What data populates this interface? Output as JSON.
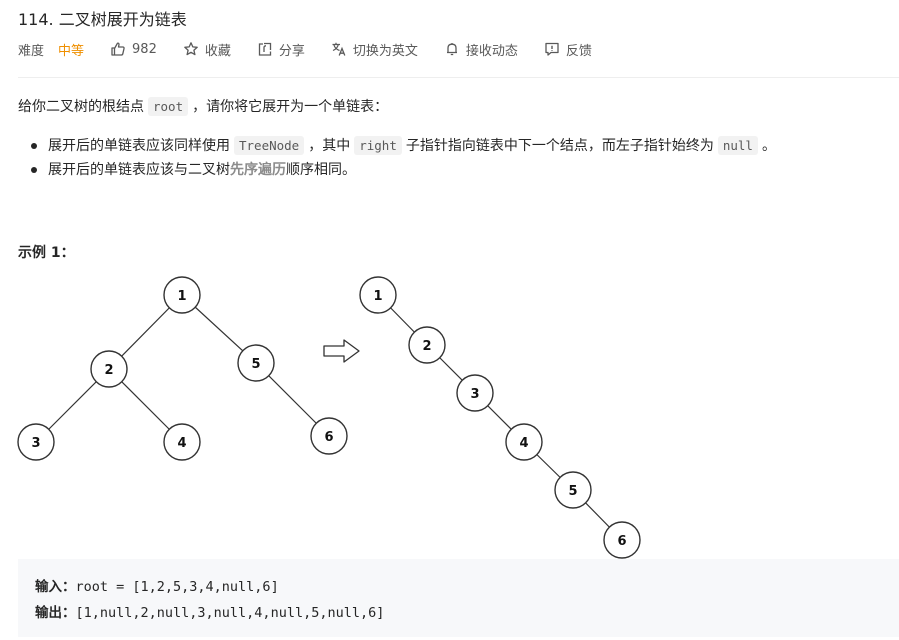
{
  "problem": {
    "title": "114. 二叉树展开为链表"
  },
  "meta": {
    "difficulty_label": "难度",
    "difficulty_value": "中等",
    "likes": "982",
    "favorite": "收藏",
    "share": "分享",
    "switch_lang": "切换为英文",
    "notify": "接收动态",
    "feedback": "反馈",
    "icons": [
      "thumbs-up-icon",
      "star-icon",
      "share-icon",
      "translate-icon",
      "bell-icon",
      "feedback-icon"
    ],
    "difficulty_color": "#ef8f00"
  },
  "description": {
    "p1_before": "给你二叉树的根结点",
    "p1_code": "root",
    "p1_after": "，请你将它展开为一个单链表：",
    "b1_a": "展开后的单链表应该同样使用",
    "b1_code1": "TreeNode",
    "b1_b": "，其中",
    "b1_code2": "right",
    "b1_c": "子指针指向链表中下一个结点，而左子指针始终为",
    "b1_code3": "null",
    "b1_d": "。",
    "b2_a": "展开后的单链表应该与二叉树",
    "b2_strong": "先序遍历",
    "b2_b": "顺序相同。"
  },
  "example": {
    "title": "示例 1：",
    "tree_nodes": [
      "1",
      "2",
      "5",
      "3",
      "4",
      "6"
    ],
    "list_nodes": [
      "1",
      "2",
      "3",
      "4",
      "5",
      "6"
    ],
    "input_label": "输入：",
    "input_value": "root = [1,2,5,3,4,null,6]",
    "output_label": "输出：",
    "output_value": "[1,null,2,null,3,null,4,null,5,null,6]"
  }
}
